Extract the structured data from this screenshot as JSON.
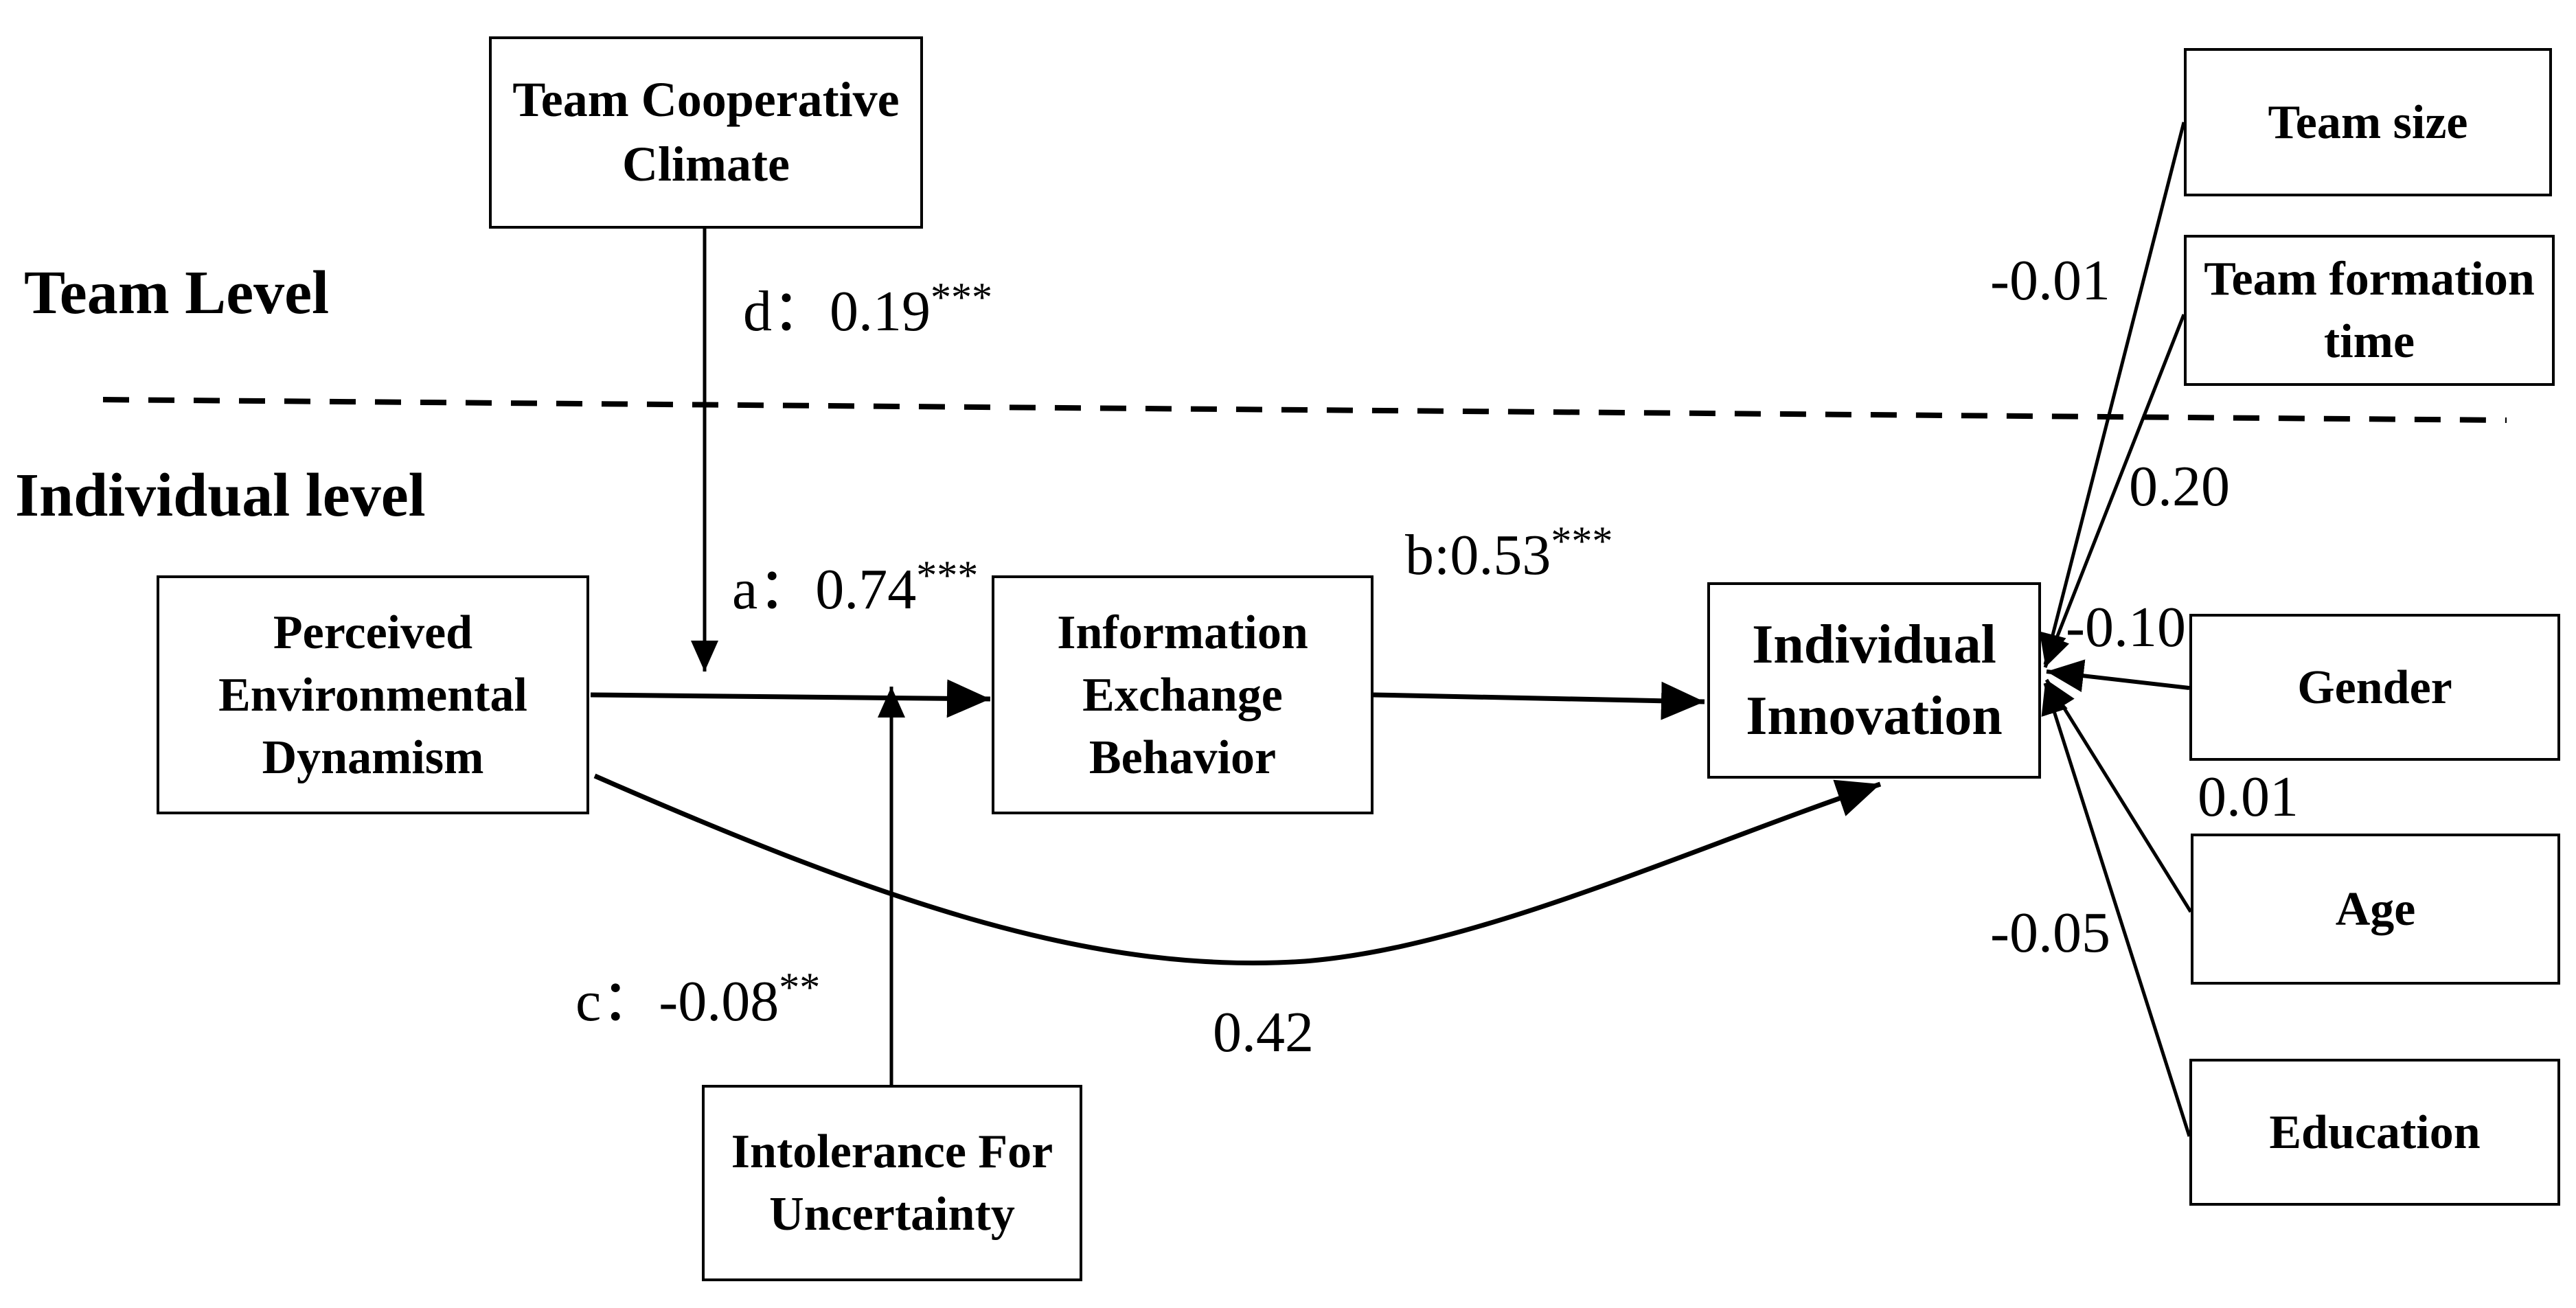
{
  "levels": {
    "team": "Team Level",
    "individual": "Individual level"
  },
  "nodes": {
    "team_cooperative_climate": [
      "Team Cooperative",
      "Climate"
    ],
    "perceived_env_dynamism": [
      "Perceived",
      "Environmental",
      "Dynamism"
    ],
    "information_exchange": [
      "Information",
      "Exchange",
      "Behavior"
    ],
    "individual_innovation": [
      "Individual",
      "Innovation"
    ],
    "intolerance_uncertainty": [
      "Intolerance For",
      "Uncertainty"
    ],
    "team_size": [
      "Team size"
    ],
    "team_formation_time": [
      "Team formation",
      "time"
    ],
    "gender": [
      "Gender"
    ],
    "age": [
      "Age"
    ],
    "education": [
      "Education"
    ]
  },
  "paths": {
    "d": {
      "label": "d：",
      "value": "0.19",
      "stars": "***"
    },
    "a": {
      "label": "a：",
      "value": "0.74",
      "stars": "***"
    },
    "b": {
      "label": "b:",
      "value": "0.53",
      "stars": "***"
    },
    "c": {
      "label": "c：",
      "value": "-0.08",
      "stars": "**"
    },
    "direct": {
      "value": "0.42"
    }
  },
  "controls": {
    "team_size": "-0.01",
    "team_formation_time": "0.20",
    "gender": "-0.10",
    "age": "0.01",
    "education": "-0.05"
  }
}
